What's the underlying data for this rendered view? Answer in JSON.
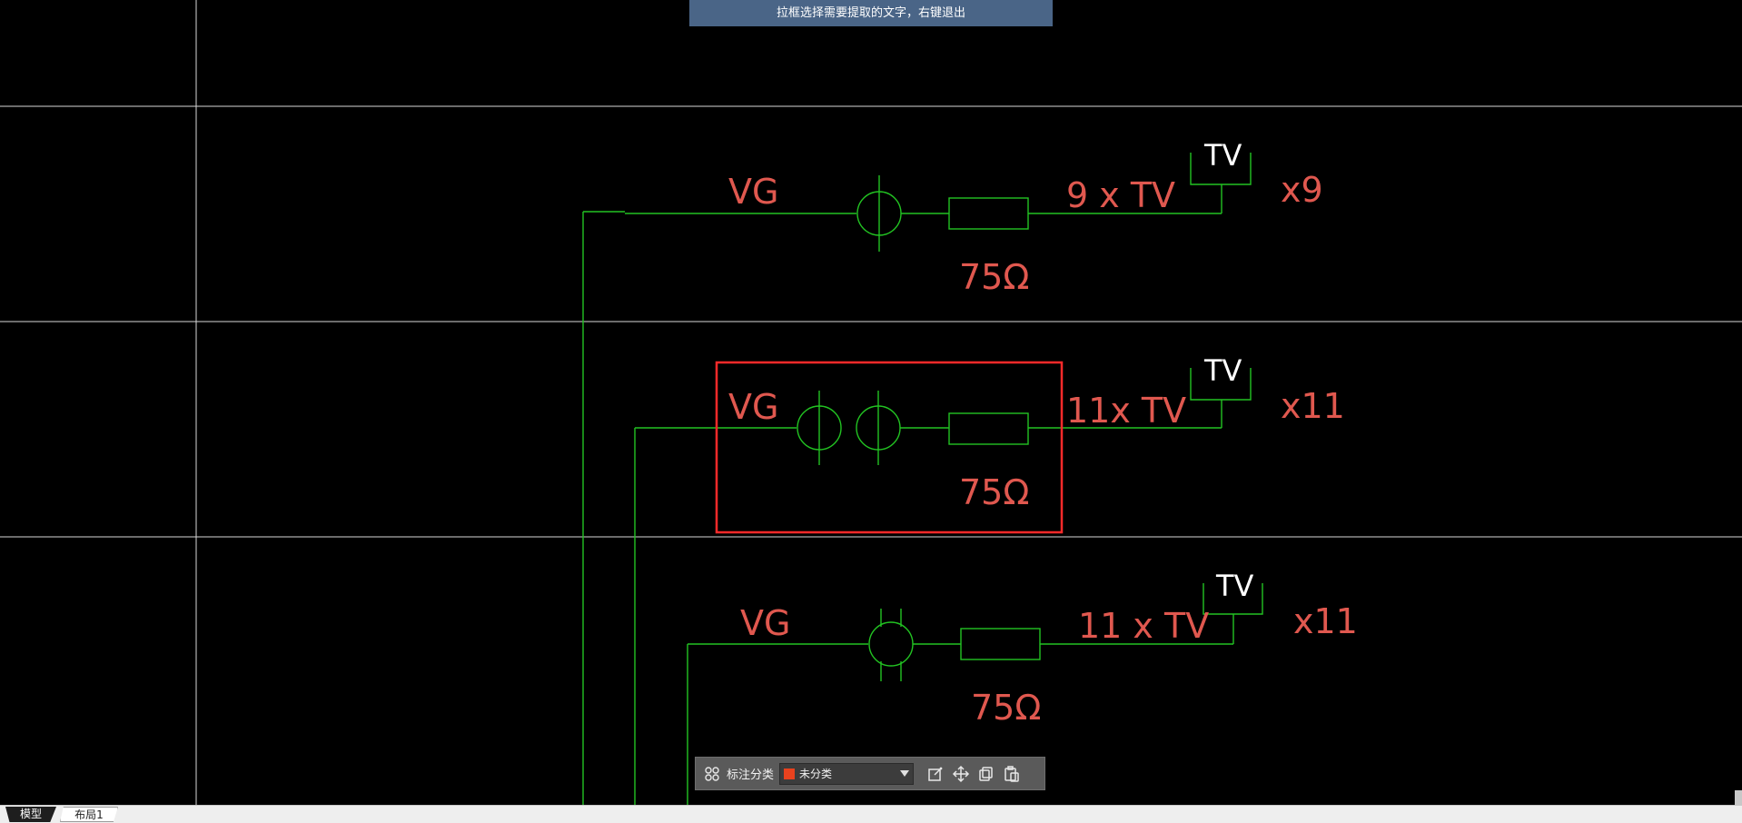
{
  "prompt": {
    "text": "拉框选择需要提取的文字，右键退出"
  },
  "drawing": {
    "rows": [
      {
        "source_label": "VG",
        "resistor_label": "75Ω",
        "cable_label": "9 x TV",
        "outlet_label": "TV",
        "count_label": "x9"
      },
      {
        "source_label": "VG",
        "resistor_label": "75Ω",
        "cable_label": "11x TV",
        "outlet_label": "TV",
        "count_label": "x11"
      },
      {
        "source_label": "VG",
        "resistor_label": "75Ω",
        "cable_label": "11 x TV",
        "outlet_label": "TV",
        "count_label": "x11"
      }
    ],
    "colors": {
      "wire": "#22c322",
      "text_red": "#e0584f",
      "text_white": "#ffffff",
      "grid": "#d8d8d8",
      "selection": "#ff2a2a"
    }
  },
  "toolbar": {
    "grid_icon": "grid-icon",
    "category_label": "标注分类",
    "category_value": "未分类",
    "category_swatch": "#e8421e",
    "edit_icon": "edit-icon",
    "move_icon": "move-icon",
    "copy_icon": "copy-icon",
    "paste_icon": "paste-icon"
  },
  "status_bar": {
    "tabs": [
      {
        "label": "模型",
        "active": true
      },
      {
        "label": "布局1",
        "active": false
      }
    ]
  }
}
